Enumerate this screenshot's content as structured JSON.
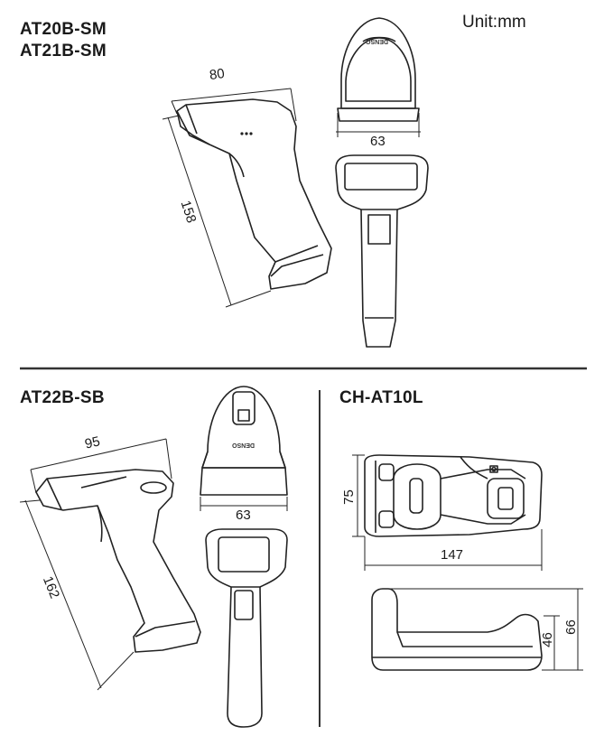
{
  "sections": [
    {
      "titles": [
        "AT20B-SM",
        "AT21B-SM"
      ]
    },
    {
      "titles": [
        "AT22B-SB"
      ]
    },
    {
      "titles": [
        "CH-AT10L"
      ]
    }
  ],
  "unit_label": "Unit:mm",
  "dimensions": {
    "at20_length": "80",
    "at20_height": "158",
    "at20_width": "63",
    "at22_length": "95",
    "at22_height": "162",
    "at22_width": "63",
    "ch_depth": "75",
    "ch_length": "147",
    "ch_height_low": "46",
    "ch_height_high": "66"
  },
  "logo_text": "DENSO"
}
